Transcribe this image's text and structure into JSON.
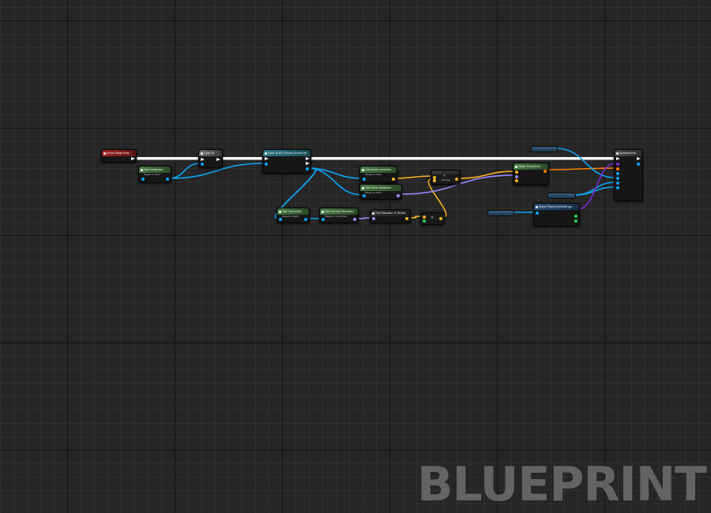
{
  "colors": {
    "graph_bg": "#262626",
    "exec_wire": "#ffffff",
    "object_wire": "#0aa4f5",
    "struct_wire": "#f6b324",
    "rotator_wire": "#9c8cff",
    "float_wire": "#ff7a00",
    "purple_wire": "#7d2ad4",
    "event_header": "#8c1f1f",
    "function_header": "#2a6a78",
    "pure_header": "#3f6a3c"
  },
  "watermark": "BLUEPRINT",
  "nodes": {
    "event_begin_play": {
      "title": "Event BeginPlay",
      "icon": "event-diamond-icon"
    },
    "sequence_small": {
      "title": "Cast To",
      "icon": "function-icon"
    },
    "get_instigator": {
      "title": "Get Instigator",
      "subtitle": "Target is Actor"
    },
    "cast_to_player": {
      "title": "Cast To BP_PlayerCharacter",
      "icon": "cast-icon"
    },
    "get_actor_location": {
      "title": "Get Actor Location",
      "subtitle": "Target is Actor"
    },
    "get_actor_rotation": {
      "title": "Get Actor Rotation",
      "subtitle": "Target is Actor"
    },
    "get_controller": {
      "title": "Get Controller",
      "subtitle": "Target is Pawn"
    },
    "get_control_rotation": {
      "title": "Get Control Rotation",
      "subtitle": "Target is Controller"
    },
    "get_rotation_x_vector": {
      "title": "Get Rotation X Vector"
    },
    "multiply": {
      "title": "×"
    },
    "vector_add": {
      "title": "+",
      "subtitle": "Add pin"
    },
    "make_transform": {
      "title": "Make Transform"
    },
    "make_projectile_settings": {
      "title": "Make ProjectileSettings"
    },
    "spawn_actor": {
      "title": "SpawnActor"
    }
  },
  "variables": {
    "var_top": "",
    "var_left": "",
    "var_mid": ""
  }
}
